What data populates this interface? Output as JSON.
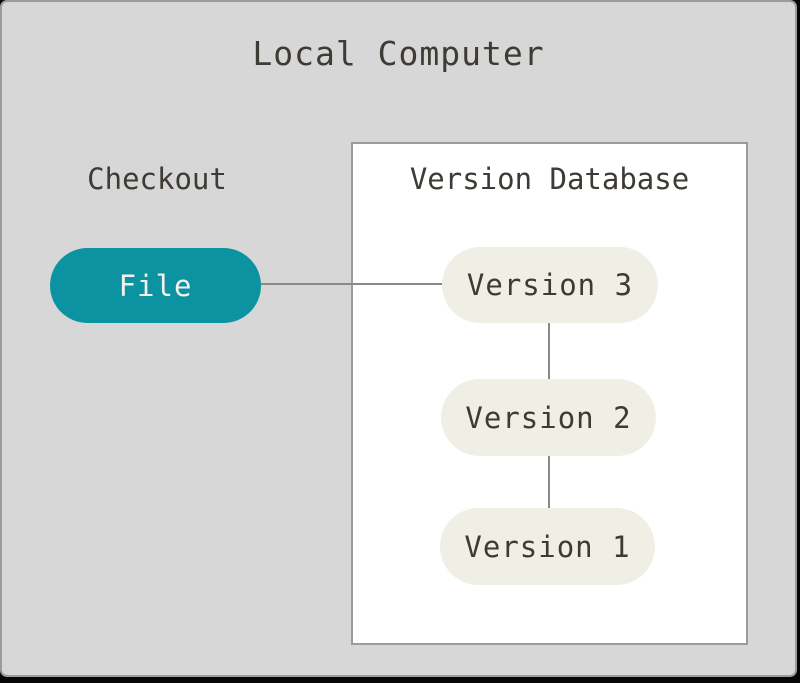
{
  "title": "Local Computer",
  "checkout": {
    "label": "Checkout",
    "file_node": "File"
  },
  "version_database": {
    "label": "Version Database",
    "versions": [
      {
        "label": "Version 3"
      },
      {
        "label": "Version 2"
      },
      {
        "label": "Version 1"
      }
    ]
  },
  "colors": {
    "canvas_background": "#d7d7d7",
    "canvas_border": "#9b9b9b",
    "box_fill": "#ffffff",
    "box_border": "#9b9b9b",
    "file_node_fill": "#0c93a2",
    "file_node_text": "#f2f1eb",
    "version_node_fill": "#f0efe6",
    "text": "#3e3a34",
    "connector": "#8d8882"
  }
}
